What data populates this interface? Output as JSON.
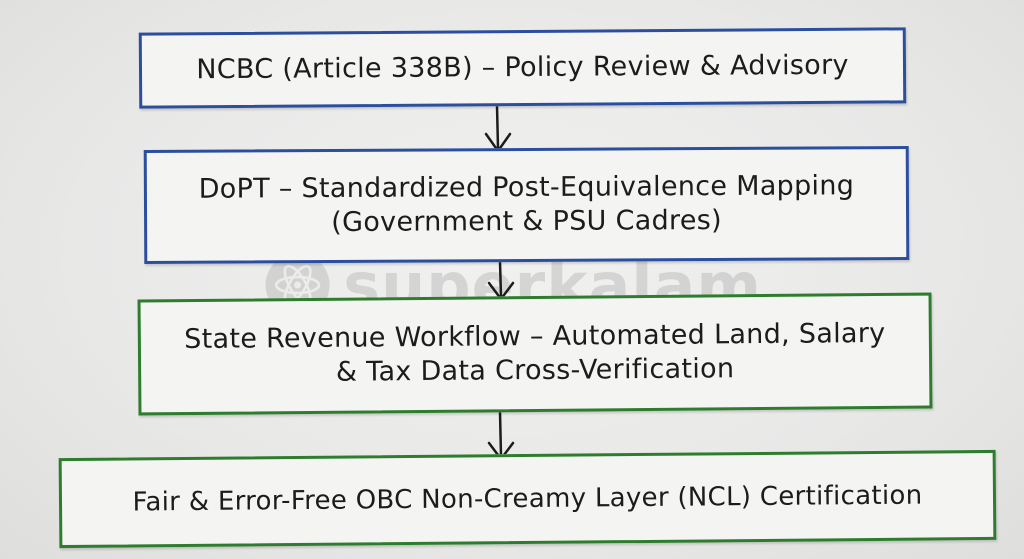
{
  "diagram": {
    "nodes": [
      {
        "id": "b1",
        "label": "NCBC (Article 338B) – Policy Review & Advisory",
        "border_color": "#2b4f9e"
      },
      {
        "id": "b2",
        "label": "DoPT – Standardized Post-Equivalence Mapping\n(Government & PSU Cadres)",
        "border_color": "#2b4f9e"
      },
      {
        "id": "b3",
        "label": "State Revenue Workflow – Automated Land, Salary\n& Tax Data Cross-Verification",
        "border_color": "#2e7d2e"
      },
      {
        "id": "b4",
        "label": "Fair & Error-Free OBC Non-Creamy Layer (NCL) Certification",
        "border_color": "#2e7d2e"
      }
    ],
    "edges": [
      {
        "from": "b1",
        "to": "b2"
      },
      {
        "from": "b2",
        "to": "b3"
      },
      {
        "from": "b3",
        "to": "b4"
      }
    ]
  },
  "watermark": {
    "text": "superkalam",
    "icon": "atom-icon"
  }
}
